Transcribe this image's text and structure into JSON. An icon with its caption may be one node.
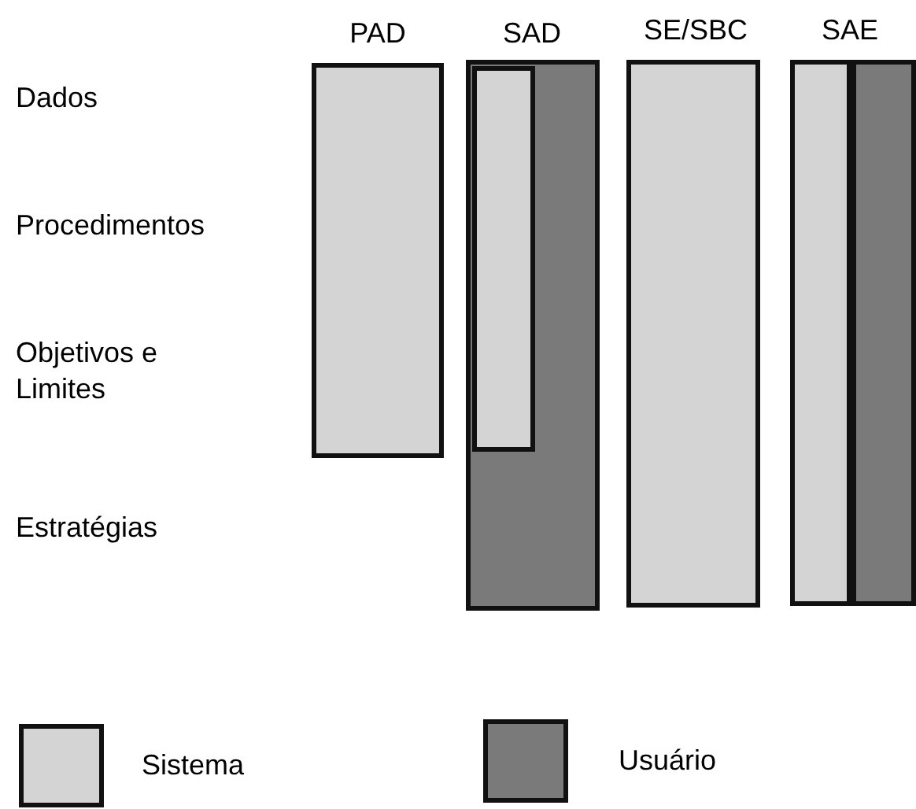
{
  "diagram": {
    "nodes": [
      {
        "text": [],
        "shape": "bar"
      },
      {
        "text": [],
        "shape": "bar"
      },
      {
        "text": [],
        "shape": "bar",
        "in": 1
      },
      {
        "text": [],
        "shape": "bar"
      },
      {
        "text": [],
        "shape": "bar"
      },
      {
        "text": [],
        "shape": "bar"
      }
    ],
    "labels": [
      "PAD",
      "SAD",
      "SE/SBC",
      "SAE",
      "Dados",
      "Procedimentos",
      "Objetivos e Limites",
      "Estratégias"
    ],
    "legend": [
      {
        "text": "Sistema",
        "color": "#d4d4d4"
      },
      {
        "text": "Usuário",
        "color": "#7a7a7a"
      }
    ]
  }
}
